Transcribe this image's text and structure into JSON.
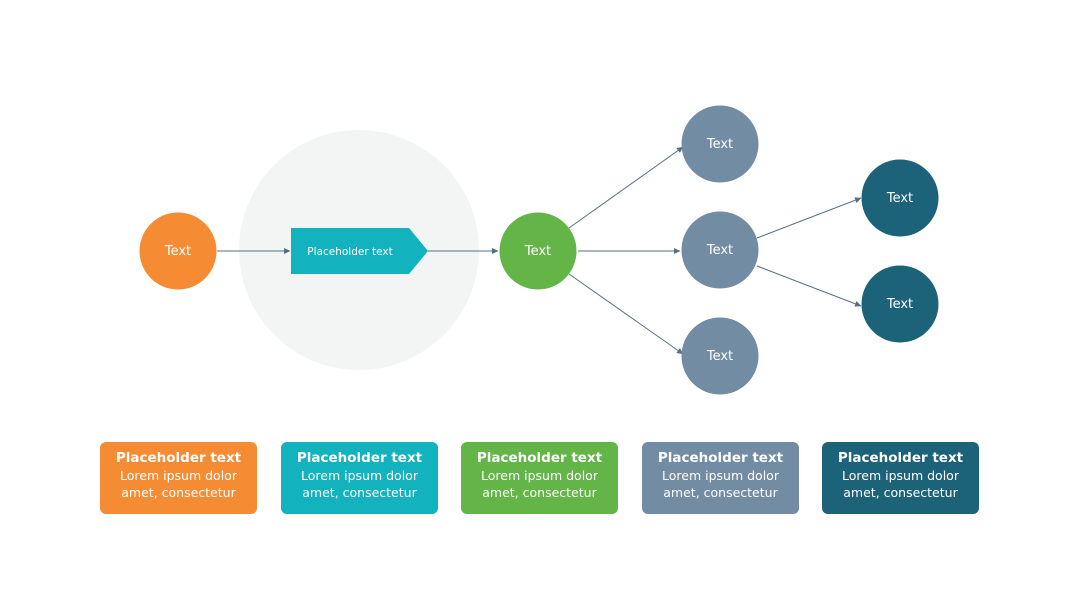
{
  "colors": {
    "orange": "#f58b33",
    "teal": "#13b2bf",
    "green": "#62b546",
    "slate": "#728ca3",
    "navy": "#1c6279",
    "background_circle": "#f3f4f4",
    "connector": "#57707f"
  },
  "diagram": {
    "start_node": "Text",
    "process_shape": "Placeholder text",
    "hub_node": "Text",
    "branch_nodes": [
      "Text",
      "Text",
      "Text"
    ],
    "leaf_nodes": [
      "Text",
      "Text"
    ]
  },
  "cards": [
    {
      "title": "Placeholder text",
      "line1": "Lorem ipsum dolor",
      "line2": "amet, consectetur",
      "color": "#f58b33"
    },
    {
      "title": "Placeholder text",
      "line1": "Lorem ipsum dolor",
      "line2": "amet, consectetur",
      "color": "#13b2bf"
    },
    {
      "title": "Placeholder text",
      "line1": "Lorem ipsum dolor",
      "line2": "amet, consectetur",
      "color": "#62b546"
    },
    {
      "title": "Placeholder text",
      "line1": "Lorem ipsum dolor",
      "line2": "amet, consectetur",
      "color": "#728ca3"
    },
    {
      "title": "Placeholder text",
      "line1": "Lorem ipsum dolor",
      "line2": "amet, consectetur",
      "color": "#1c6279"
    }
  ]
}
